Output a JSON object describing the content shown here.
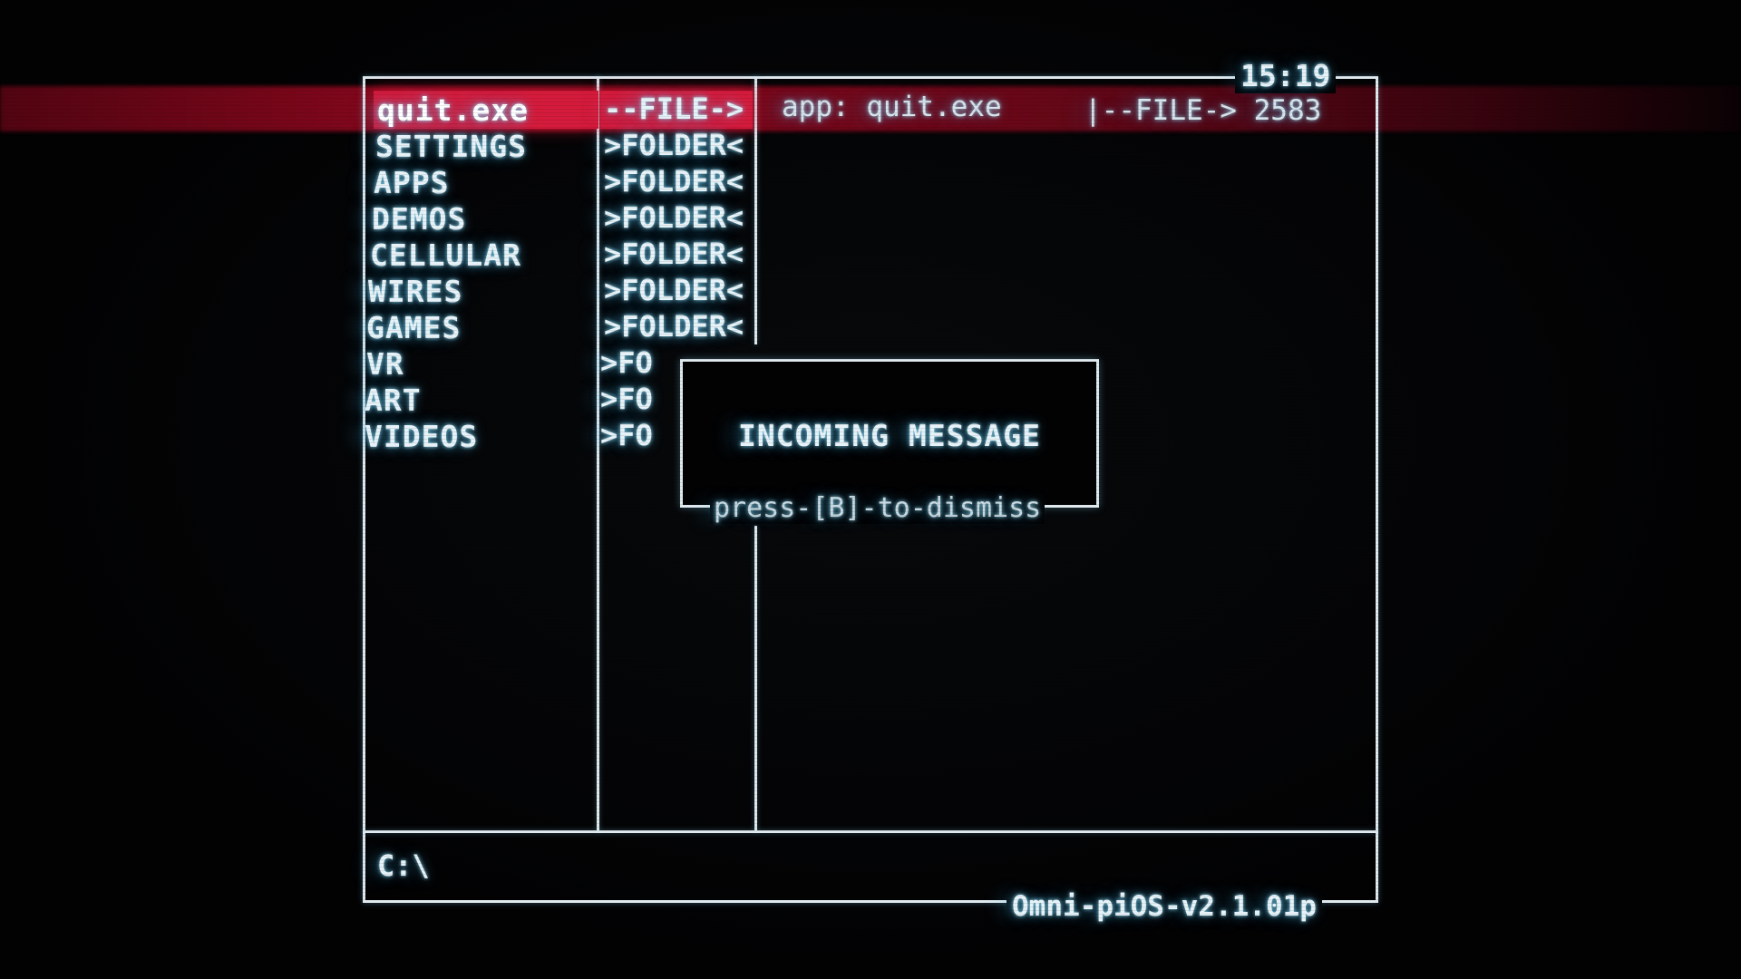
{
  "header": {
    "clock": "15:19"
  },
  "menu": {
    "items": [
      {
        "label": "quit.exe",
        "tag": "--FILE->"
      },
      {
        "label": "SETTINGS",
        "tag": ">FOLDER<"
      },
      {
        "label": "APPS",
        "tag": ">FOLDER<"
      },
      {
        "label": "DEMOS",
        "tag": ">FOLDER<"
      },
      {
        "label": "CELLULAR",
        "tag": ">FOLDER<"
      },
      {
        "label": "WIRES",
        "tag": ">FOLDER<"
      },
      {
        "label": "GAMES",
        "tag": ">FOLDER<"
      },
      {
        "label": "VR",
        "tag": ">FO"
      },
      {
        "label": "ART",
        "tag": ">FO"
      },
      {
        "label": "VIDEOS",
        "tag": ">FO"
      }
    ]
  },
  "details": {
    "app_line": "app: quit.exe",
    "file_line": "|--FILE-> 2583"
  },
  "dialog": {
    "title": "INCOMING MESSAGE",
    "hint": "press-[B]-to-dismiss"
  },
  "footer": {
    "prompt": "C:\\",
    "version": "Omni-piOS-v2.1.01p"
  },
  "colors": {
    "selection": "#d41b3c",
    "text": "#e6f2f7",
    "line": "#dfe9ee"
  }
}
